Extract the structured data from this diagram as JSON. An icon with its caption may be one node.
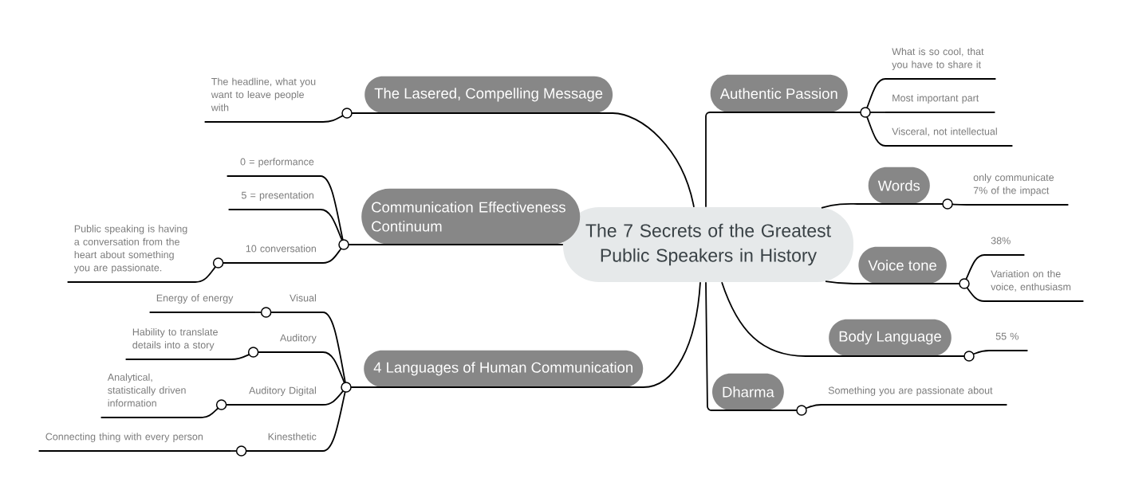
{
  "diagram": {
    "nodes": [
      {
        "text": [
          "The 7 Secrets of the Greatest Public Speakers in History"
        ]
      },
      {
        "text": [
          "The Lasered, Compelling Message"
        ]
      },
      {
        "text": [
          "The headline, what you want to leave people with"
        ]
      },
      {
        "text": [
          "Communication Effectiveness Continuum"
        ]
      },
      {
        "text": [
          "0 = performance"
        ]
      },
      {
        "text": [
          "5 = presentation"
        ]
      },
      {
        "text": [
          "10 conversation"
        ]
      },
      {
        "text": [
          "Public speaking is having a conversation from the heart about something you are passionate."
        ]
      },
      {
        "text": [
          "4 Languages of Human Communication"
        ]
      },
      {
        "text": [
          "Visual"
        ]
      },
      {
        "text": [
          "Energy of energy"
        ]
      },
      {
        "text": [
          "Auditory"
        ]
      },
      {
        "text": [
          "Hability to translate details into a story"
        ]
      },
      {
        "text": [
          "Auditory Digital"
        ]
      },
      {
        "text": [
          "Analytical, statistically driven information"
        ]
      },
      {
        "text": [
          "Kinesthetic"
        ]
      },
      {
        "text": [
          "Connecting thing with every person"
        ]
      },
      {
        "text": [
          "Authentic Passion"
        ]
      },
      {
        "text": [
          "What is so cool, that you have to share it"
        ]
      },
      {
        "text": [
          "Most important part"
        ]
      },
      {
        "text": [
          "Visceral, not intellectual"
        ]
      },
      {
        "text": [
          "Words"
        ]
      },
      {
        "text": [
          "only communicate 7% of the impact"
        ]
      },
      {
        "text": [
          "Voice tone"
        ]
      },
      {
        "text": [
          "38%"
        ]
      },
      {
        "text": [
          "Variation on the voice, enthusiasm"
        ]
      },
      {
        "text": [
          "Body Language"
        ]
      },
      {
        "text": [
          "55 %"
        ]
      },
      {
        "text": [
          "Dharma"
        ]
      },
      {
        "text": [
          "Something you are passionate about"
        ]
      }
    ],
    "edges": [
      {
        "from": 0,
        "to": 1,
        "arrow": "none"
      },
      {
        "from": 1,
        "to": 2,
        "arrow": "none"
      },
      {
        "from": 0,
        "to": 3,
        "arrow": "none"
      },
      {
        "from": 3,
        "to": 4,
        "arrow": "none"
      },
      {
        "from": 3,
        "to": 5,
        "arrow": "none"
      },
      {
        "from": 3,
        "to": 6,
        "arrow": "none"
      },
      {
        "from": 6,
        "to": 7,
        "arrow": "none"
      },
      {
        "from": 0,
        "to": 8,
        "arrow": "none"
      },
      {
        "from": 8,
        "to": 9,
        "arrow": "none"
      },
      {
        "from": 9,
        "to": 10,
        "arrow": "none"
      },
      {
        "from": 8,
        "to": 11,
        "arrow": "none"
      },
      {
        "from": 11,
        "to": 12,
        "arrow": "none"
      },
      {
        "from": 8,
        "to": 13,
        "arrow": "none"
      },
      {
        "from": 13,
        "to": 14,
        "arrow": "none"
      },
      {
        "from": 8,
        "to": 15,
        "arrow": "none"
      },
      {
        "from": 15,
        "to": 16,
        "arrow": "none"
      },
      {
        "from": 0,
        "to": 17,
        "arrow": "none"
      },
      {
        "from": 17,
        "to": 18,
        "arrow": "none"
      },
      {
        "from": 17,
        "to": 19,
        "arrow": "none"
      },
      {
        "from": 17,
        "to": 20,
        "arrow": "none"
      },
      {
        "from": 0,
        "to": 21,
        "arrow": "none"
      },
      {
        "from": 21,
        "to": 22,
        "arrow": "none"
      },
      {
        "from": 0,
        "to": 23,
        "arrow": "none"
      },
      {
        "from": 23,
        "to": 24,
        "arrow": "none"
      },
      {
        "from": 23,
        "to": 25,
        "arrow": "none"
      },
      {
        "from": 0,
        "to": 26,
        "arrow": "none"
      },
      {
        "from": 26,
        "to": 27,
        "arrow": "none"
      },
      {
        "from": 0,
        "to": 28,
        "arrow": "none"
      },
      {
        "from": 28,
        "to": 29,
        "arrow": "none"
      }
    ]
  }
}
